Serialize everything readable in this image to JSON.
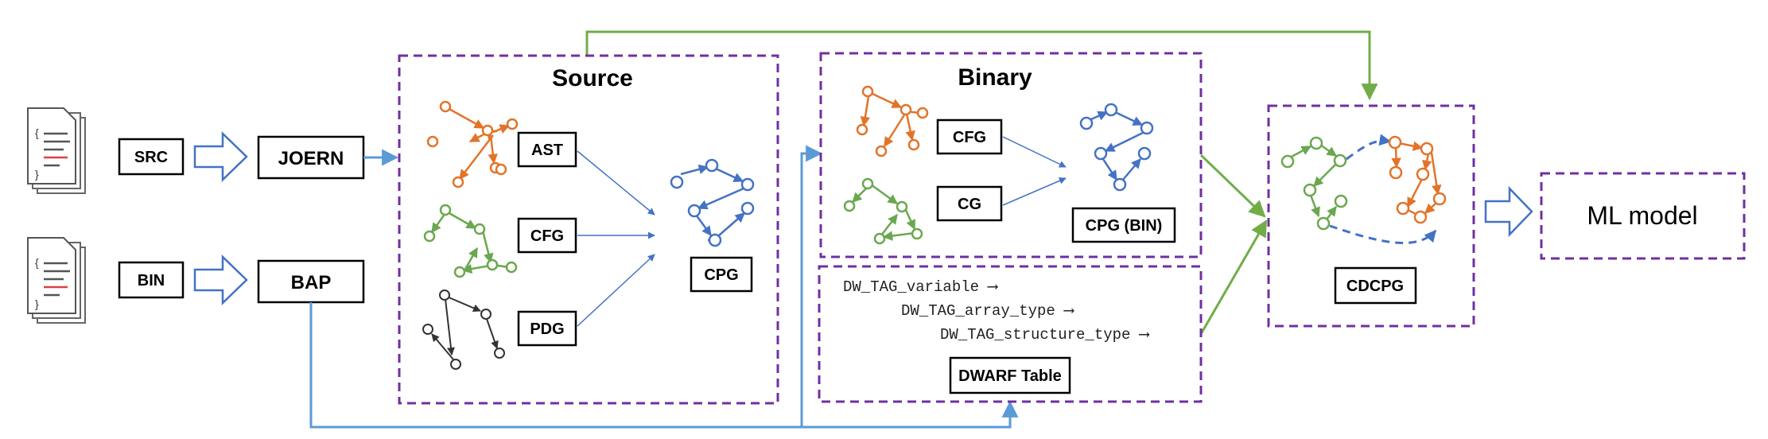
{
  "diagram": {
    "inputs": [
      {
        "label": "SRC",
        "tool": "JOERN"
      },
      {
        "label": "BIN",
        "tool": "BAP"
      }
    ],
    "source_panel": {
      "title": "Source",
      "graphs": [
        "AST",
        "CFG",
        "PDG"
      ],
      "output": "CPG"
    },
    "binary_panel": {
      "title": "Binary",
      "graphs": [
        "CFG",
        "CG"
      ],
      "output": "CPG (BIN)"
    },
    "dwarf_panel": {
      "tags": [
        "DW_TAG_variable ⟶",
        "DW_TAG_array_type ⟶",
        "DW_TAG_structure_type ⟶"
      ],
      "label": "DWARF Table"
    },
    "combined": {
      "label": "CDCPG"
    },
    "model": {
      "label": "ML model"
    },
    "colors": {
      "orange": "#e2742a",
      "green": "#6aa84f",
      "blue": "#4472c4",
      "purple": "#7030a0",
      "arrow_blue": "#5b9bd5",
      "arrow_green": "#70ad47"
    }
  }
}
